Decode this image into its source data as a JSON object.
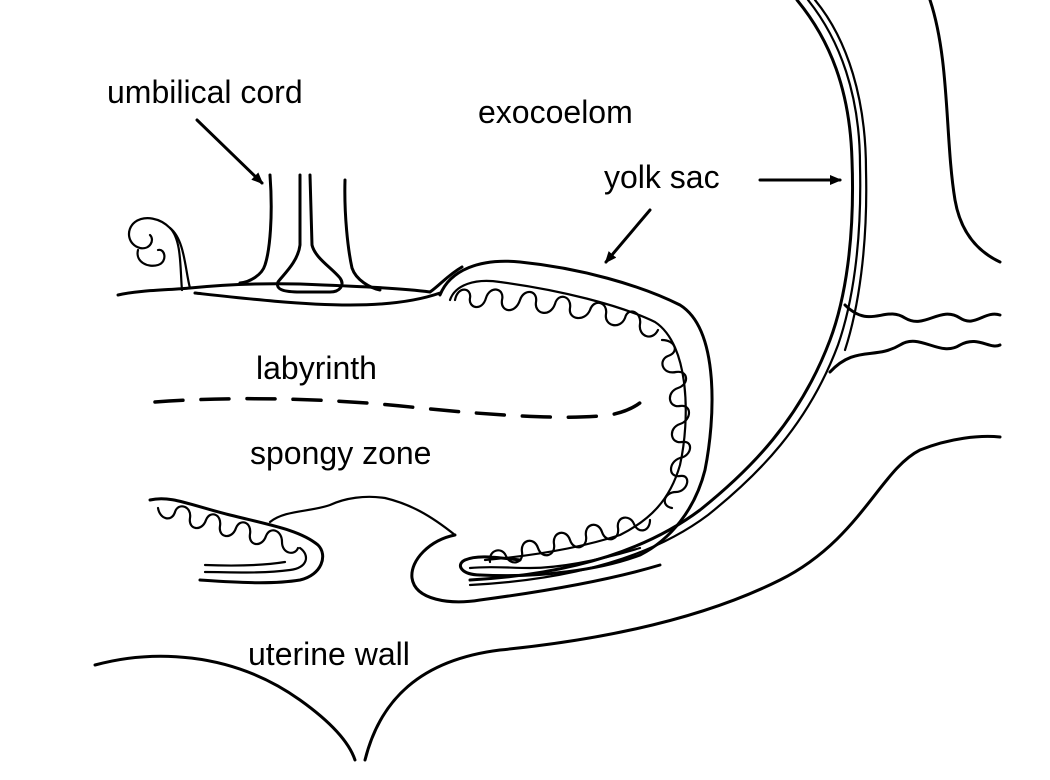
{
  "labels": {
    "umbilical_cord": "umbilical cord",
    "exocoelom": "exocoelom",
    "yolk_sac": "yolk sac",
    "labyrinth": "labyrinth",
    "spongy_zone": "spongy zone",
    "uterine_wall": "uterine wall"
  }
}
